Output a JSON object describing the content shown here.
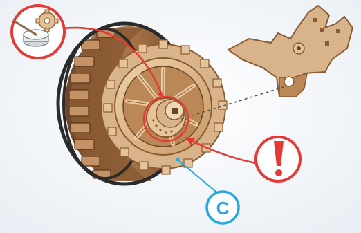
{
  "diagram": {
    "callouts": [
      {
        "id": "glue",
        "icon": "glue-pot-icon"
      },
      {
        "id": "warning",
        "icon": "exclamation-icon"
      },
      {
        "id": "part",
        "label": "C"
      }
    ],
    "parts": [
      "wooden-wheel",
      "axle-hub",
      "clip-bracket"
    ],
    "colors": {
      "red": "#e53935",
      "blue": "#29a8e0",
      "wood": "#d9b48a",
      "wood_dark": "#8a5a32",
      "tyre": "#2b2b2b",
      "background": "#f3f6f9"
    }
  }
}
